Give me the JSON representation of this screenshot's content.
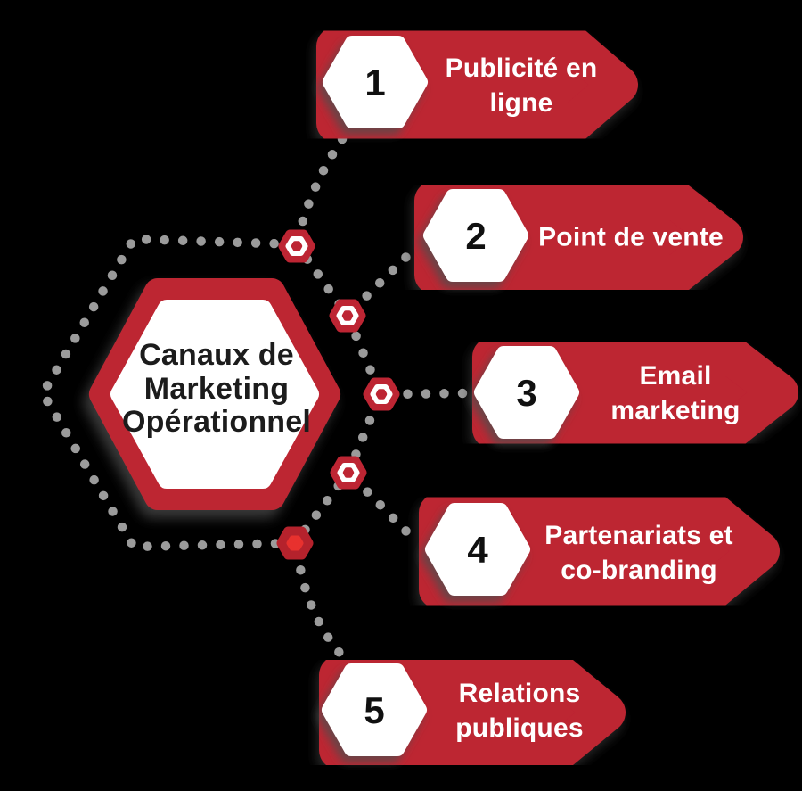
{
  "title": "Canaux de Marketing Opérationnel",
  "items": [
    {
      "number": "1",
      "label": "Publicité en ligne"
    },
    {
      "number": "2",
      "label": "Point de vente"
    },
    {
      "number": "3",
      "label": "Email marketing"
    },
    {
      "number": "4",
      "label": "Partenariats et co-branding"
    },
    {
      "number": "5",
      "label": "Relations publiques"
    }
  ],
  "colors": {
    "banner_red": "#BD2533",
    "node_core_bright_red": "#E8312E",
    "dot_gray": "#9B9B9B",
    "hexagon_fill": "#FFFFFF",
    "title_text": "#1C1C1C",
    "number_text": "#101010",
    "label_text": "#FFFFFF",
    "background": "#000000"
  }
}
